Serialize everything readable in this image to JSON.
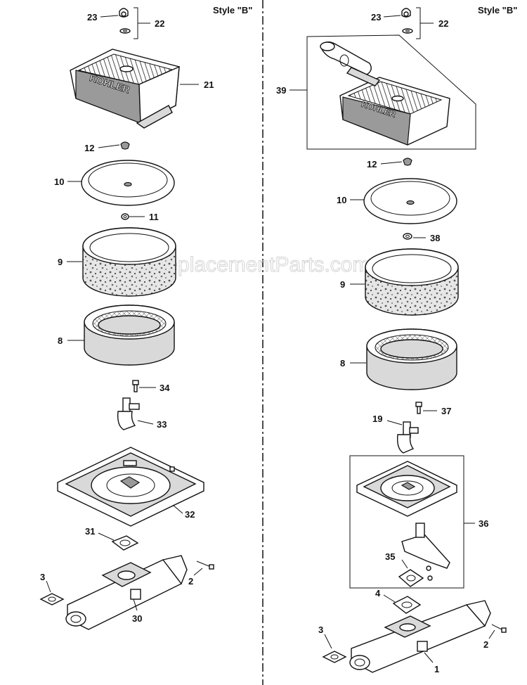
{
  "header": {
    "style_left": "Style \"B\"",
    "style_right": "Style \"B\""
  },
  "watermark": "eReplacementParts.com",
  "brand_marking": "KOHLER",
  "callouts_left": {
    "p23": "23",
    "p22": "22",
    "p21": "21",
    "p12": "12",
    "p10": "10",
    "p11": "11",
    "p9": "9",
    "p8": "8",
    "p34": "34",
    "p33": "33",
    "p32": "32",
    "p31": "31",
    "p3": "3",
    "p2": "2",
    "p30": "30"
  },
  "callouts_right": {
    "p23": "23",
    "p22": "22",
    "p39": "39",
    "p12": "12",
    "p10": "10",
    "p38": "38",
    "p9": "9",
    "p8": "8",
    "p37": "37",
    "p19": "19",
    "p36": "36",
    "p35": "35",
    "p4": "4",
    "p3": "3",
    "p2": "2",
    "p1": "1"
  }
}
